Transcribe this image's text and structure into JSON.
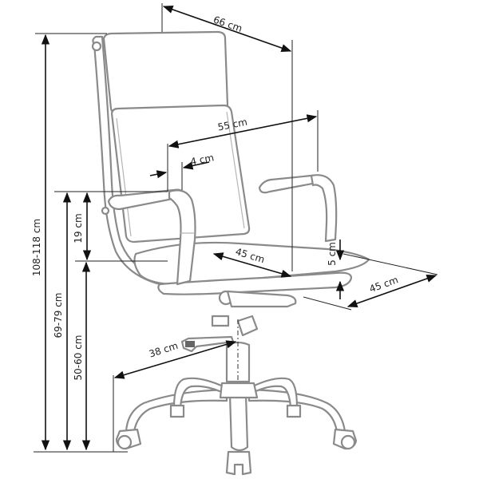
{
  "diagram": {
    "subject": "office chair",
    "dimensions": {
      "total_height": "108-118 cm",
      "armrest_height": "69-79 cm",
      "seat_height": "50-60 cm",
      "armrest_above_seat": "19 cm",
      "overall_depth": "66 cm",
      "width_between_armrests": "55 cm",
      "armrest_width": "4 cm",
      "seat_width": "45 cm",
      "seat_depth": "45 cm",
      "seat_thickness": "5 cm",
      "base_radius": "38 cm"
    },
    "colors": {
      "outline": "#8a8a8a",
      "dimension_line": "#111111",
      "background": "#ffffff"
    }
  }
}
